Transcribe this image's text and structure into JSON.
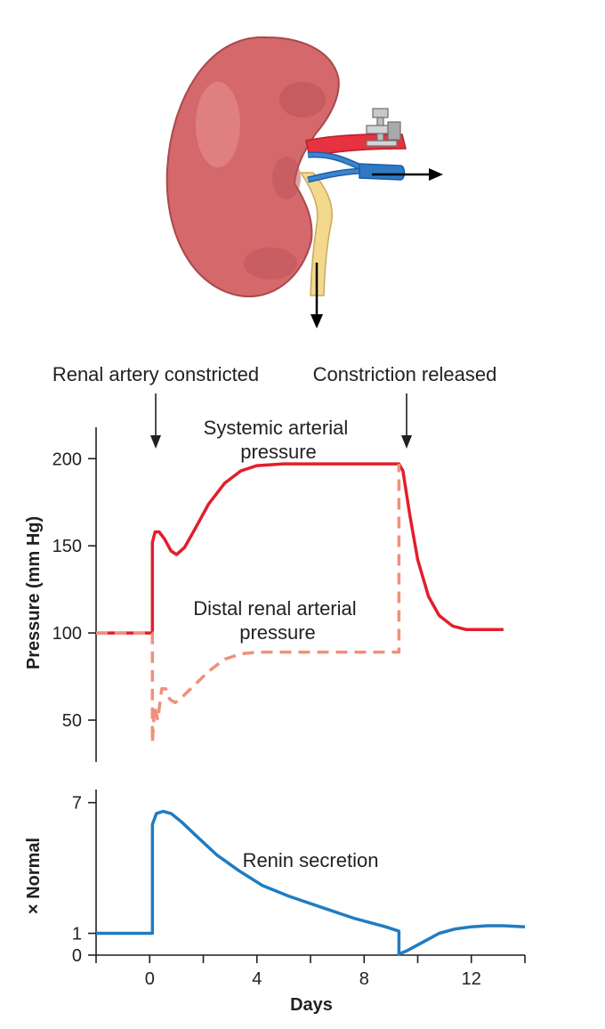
{
  "annotations": {
    "constricted": "Renal artery constricted",
    "released": "Constriction released"
  },
  "colors": {
    "kidney": "#d66a6b",
    "artery": "#e8323f",
    "vein": "#2f78c4",
    "ureter": "#f2d98c",
    "systemic": "#e31e2c",
    "distal": "#f0907a",
    "renin": "#1f7cc1",
    "axis": "#231f20"
  },
  "chart_data": [
    {
      "type": "line",
      "ylabel": "Pressure (mm Hg)",
      "yticks": [
        50,
        100,
        150,
        200
      ],
      "ylim": [
        26,
        218
      ],
      "xlim": [
        -2,
        14
      ],
      "series": [
        {
          "name": "Systemic arterial pressure",
          "label_lines": [
            "Systemic arterial",
            "pressure"
          ],
          "style": "solid",
          "x": [
            -2,
            0.1,
            0.1,
            0.2,
            0.35,
            0.55,
            0.8,
            1.0,
            1.3,
            1.7,
            2.2,
            2.8,
            3.4,
            4.0,
            5,
            6,
            7,
            8,
            9.3,
            9.45,
            9.7,
            10,
            10.4,
            10.8,
            11.3,
            11.8,
            12.4,
            13.2
          ],
          "y": [
            100,
            100,
            152,
            158,
            158,
            154,
            147,
            145,
            149,
            160,
            174,
            186,
            193,
            196,
            197,
            197,
            197,
            197,
            197,
            193,
            168,
            142,
            121,
            110,
            104,
            102,
            102,
            102
          ]
        },
        {
          "name": "Distal renal arterial pressure",
          "label_lines": [
            "Distal renal arterial",
            "pressure"
          ],
          "style": "dashed",
          "x": [
            -2,
            0.1,
            0.1,
            0.18,
            0.3,
            0.45,
            0.6,
            0.75,
            0.95,
            1.2,
            1.6,
            2.2,
            2.8,
            3.4,
            4.0,
            5,
            6,
            7,
            8,
            9.3,
            9.3
          ],
          "y": [
            100,
            100,
            37,
            58,
            50,
            68,
            68,
            62,
            60,
            63,
            69,
            78,
            85,
            88,
            89,
            89,
            89,
            89,
            89,
            89,
            197
          ]
        }
      ]
    },
    {
      "type": "line",
      "ylabel": "× Normal",
      "xlabel": "Days",
      "yticks": [
        0,
        1,
        7
      ],
      "ylim": [
        0,
        7.6
      ],
      "xlim": [
        -2,
        14
      ],
      "xticks": [
        0,
        4,
        8,
        12
      ],
      "series": [
        {
          "name": "Renin secretion",
          "style": "solid",
          "x": [
            -2,
            0.1,
            0.1,
            0.25,
            0.5,
            0.8,
            1.2,
            1.8,
            2.5,
            3.3,
            4.2,
            5.2,
            6.4,
            7.6,
            8.8,
            9.3,
            9.3,
            9.6,
            10.2,
            10.8,
            11.4,
            12.0,
            12.6,
            13.2,
            14
          ],
          "y": [
            1,
            1,
            6.0,
            6.5,
            6.6,
            6.5,
            6.1,
            5.4,
            4.6,
            3.9,
            3.2,
            2.7,
            2.2,
            1.7,
            1.3,
            1.1,
            0.05,
            0.2,
            0.6,
            1.0,
            1.2,
            1.3,
            1.35,
            1.35,
            1.3
          ]
        }
      ]
    }
  ]
}
